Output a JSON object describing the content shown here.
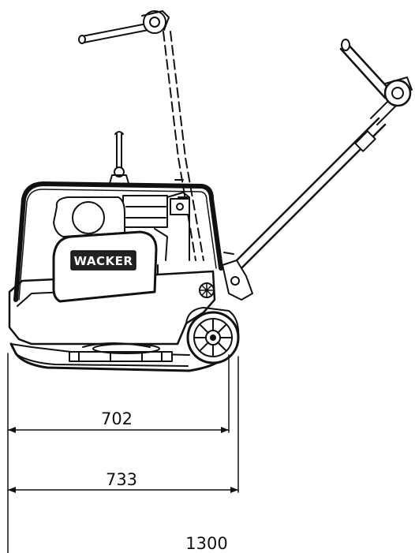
{
  "brand": "WACKER",
  "dimensions": {
    "d1": "702",
    "d2": "733",
    "d3": "1300"
  },
  "colors": {
    "line": "#111111",
    "background": "#ffffff",
    "badge": "#222222"
  }
}
